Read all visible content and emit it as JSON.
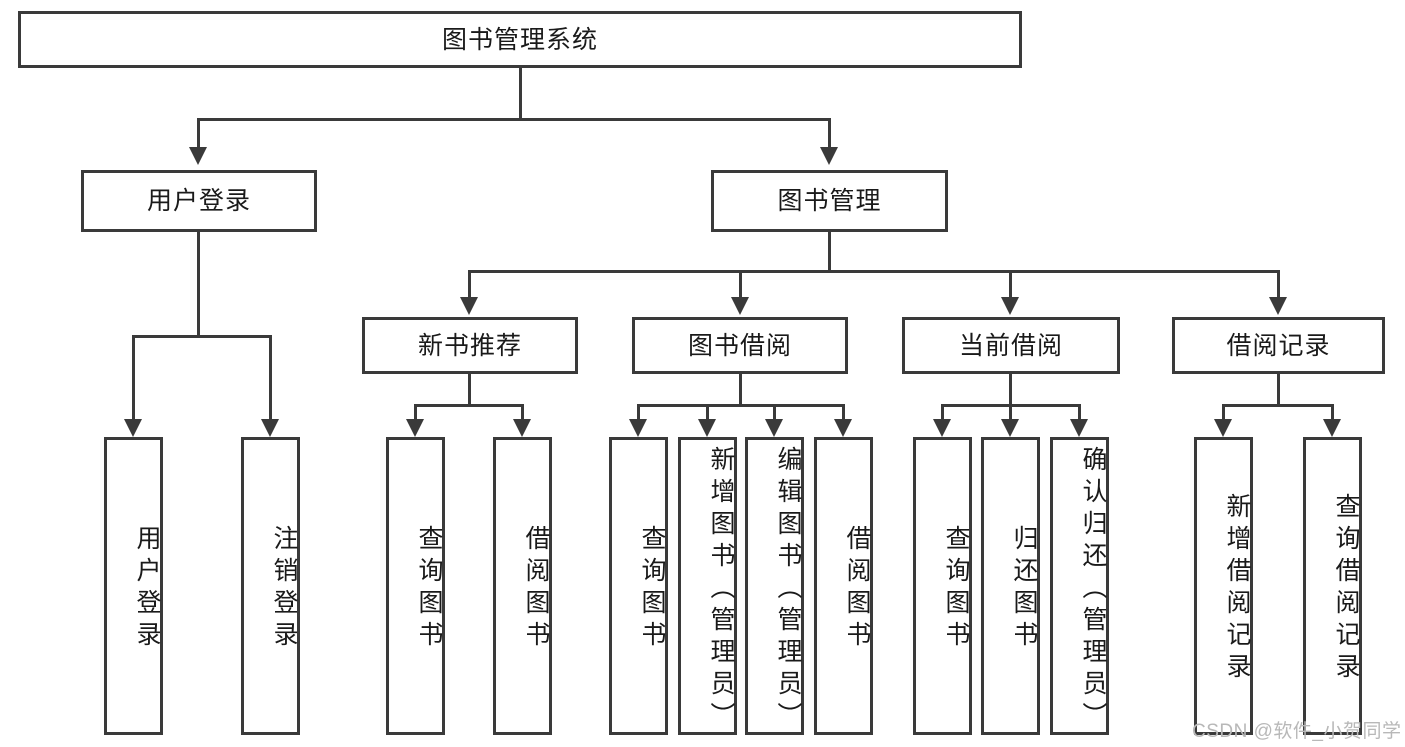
{
  "diagram": {
    "type": "tree-hierarchy-functional-decomposition",
    "root": {
      "label": "图书管理系统"
    },
    "level2": [
      {
        "label": "用户登录"
      },
      {
        "label": "图书管理"
      }
    ],
    "level3": [
      {
        "label": "新书推荐"
      },
      {
        "label": "图书借阅"
      },
      {
        "label": "当前借阅"
      },
      {
        "label": "借阅记录"
      }
    ],
    "leaves": {
      "user_login": [
        {
          "label": "用户登录"
        },
        {
          "label": "注销登录"
        }
      ],
      "new_book_recommend": [
        {
          "label": "查询图书"
        },
        {
          "label": "借阅图书"
        }
      ],
      "book_borrow": [
        {
          "label": "查询图书"
        },
        {
          "label": "新增图书（管理员）"
        },
        {
          "label": "编辑图书（管理员）"
        },
        {
          "label": "借阅图书"
        }
      ],
      "current_borrow": [
        {
          "label": "查询图书"
        },
        {
          "label": "归还图书"
        },
        {
          "label": "确认归还（管理员）"
        }
      ],
      "borrow_record": [
        {
          "label": "新增借阅记录"
        },
        {
          "label": "查询借阅记录"
        }
      ]
    }
  },
  "watermark": {
    "text": "CSDN @软件_小贺同学"
  },
  "colors": {
    "stroke": "#3a3a3a",
    "fill": "#ffffff",
    "text": "#1a1a1a",
    "watermark": "#b8b8b8"
  }
}
